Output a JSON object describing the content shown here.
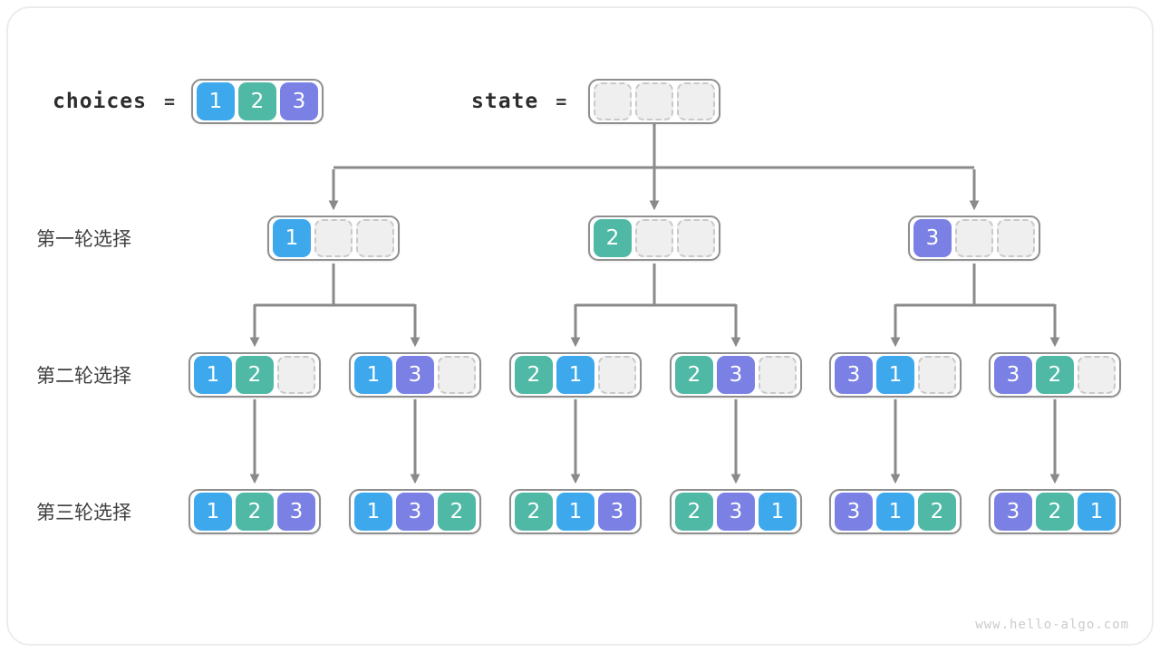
{
  "header": {
    "choices_label": "choices",
    "equals": "=",
    "choices": [
      "1",
      "2",
      "3"
    ],
    "state_label": "state",
    "state": [
      "",
      "",
      ""
    ]
  },
  "rows": [
    {
      "label": "第一轮选择",
      "nodes": [
        [
          "1",
          "",
          ""
        ],
        [
          "2",
          "",
          ""
        ],
        [
          "3",
          "",
          ""
        ]
      ]
    },
    {
      "label": "第二轮选择",
      "nodes": [
        [
          "1",
          "2",
          ""
        ],
        [
          "1",
          "3",
          ""
        ],
        [
          "2",
          "1",
          ""
        ],
        [
          "2",
          "3",
          ""
        ],
        [
          "3",
          "1",
          ""
        ],
        [
          "3",
          "2",
          ""
        ]
      ]
    },
    {
      "label": "第三轮选择",
      "nodes": [
        [
          "1",
          "2",
          "3"
        ],
        [
          "1",
          "3",
          "2"
        ],
        [
          "2",
          "1",
          "3"
        ],
        [
          "2",
          "3",
          "1"
        ],
        [
          "3",
          "1",
          "2"
        ],
        [
          "3",
          "2",
          "1"
        ]
      ]
    }
  ],
  "colors": {
    "1": "#3da8ec",
    "2": "#4fb9a5",
    "3": "#7b81e4",
    "arrow": "#8a8a8a"
  },
  "watermark": "www.hello-algo.com"
}
